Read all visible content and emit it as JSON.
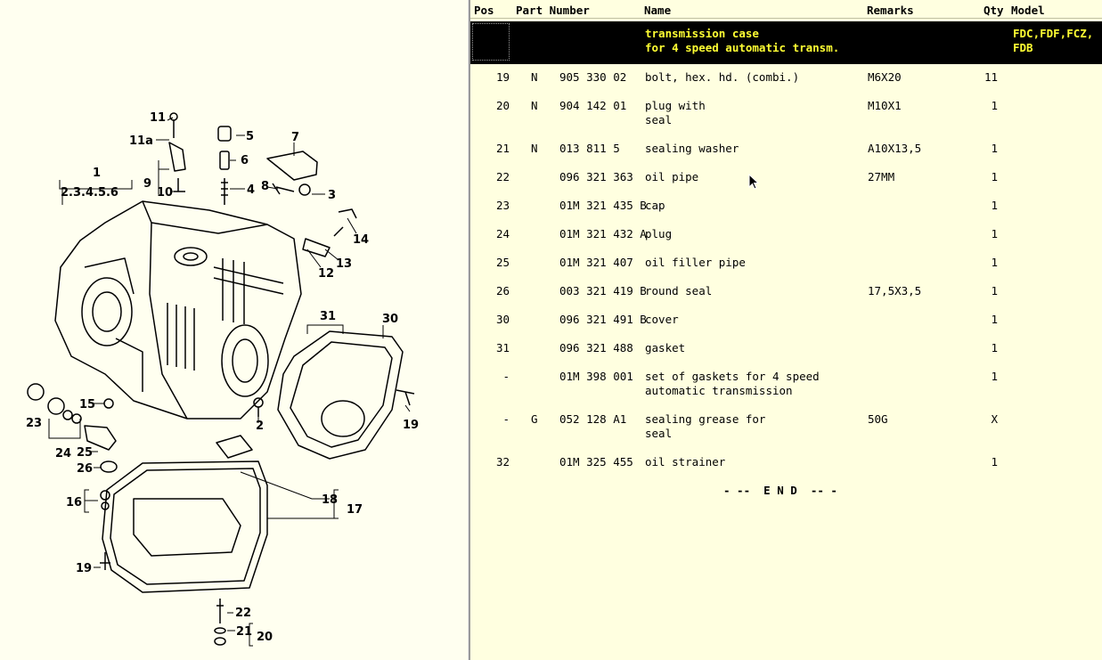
{
  "columns": {
    "pos": "Pos",
    "part_number": "Part Number",
    "name": "Name",
    "remarks": "Remarks",
    "qty": "Qty",
    "model": "Model"
  },
  "title": {
    "line1": "transmission case",
    "line2": "for 4 speed automatic transm.",
    "model_line1": "FDC,FDF,FCZ,",
    "model_line2": "FDB"
  },
  "rows": [
    {
      "pos": "19",
      "prefix": "N",
      "number": "905 330 02",
      "name": "bolt, hex. hd. (combi.)",
      "remarks": "M6X20",
      "qty": "11"
    },
    {
      "pos": "20",
      "prefix": "N",
      "number": "904 142 01",
      "name": "plug with\nseal",
      "remarks": "M10X1",
      "qty": "1"
    },
    {
      "pos": "21",
      "prefix": "N",
      "number": "013 811 5",
      "name": "sealing washer",
      "remarks": "A10X13,5",
      "qty": "1"
    },
    {
      "pos": "22",
      "prefix": "",
      "number": "096 321 363",
      "name": "oil pipe",
      "remarks": "27MM",
      "qty": "1"
    },
    {
      "pos": "23",
      "prefix": "",
      "number": "01M 321 435 B",
      "name": "cap",
      "remarks": "",
      "qty": "1"
    },
    {
      "pos": "24",
      "prefix": "",
      "number": "01M 321 432 A",
      "name": "plug",
      "remarks": "",
      "qty": "1"
    },
    {
      "pos": "25",
      "prefix": "",
      "number": "01M 321 407",
      "name": "oil filler pipe",
      "remarks": "",
      "qty": "1"
    },
    {
      "pos": "26",
      "prefix": "",
      "number": "003 321 419 B",
      "name": "round seal",
      "remarks": "17,5X3,5",
      "qty": "1"
    },
    {
      "pos": "30",
      "prefix": "",
      "number": "096 321 491 B",
      "name": "cover",
      "remarks": "",
      "qty": "1"
    },
    {
      "pos": "31",
      "prefix": "",
      "number": "096 321 488",
      "name": "gasket",
      "remarks": "",
      "qty": "1"
    },
    {
      "pos": "-",
      "prefix": "",
      "number": "01M 398 001",
      "name": "set of gaskets for 4 speed\nautomatic transmission",
      "remarks": "",
      "qty": "1"
    },
    {
      "pos": "-",
      "prefix": "G",
      "number": "052 128 A1",
      "name": "sealing grease for\nseal",
      "remarks": "50G",
      "qty": "X"
    },
    {
      "pos": "32",
      "prefix": "",
      "number": "01M 325 455",
      "name": "oil strainer",
      "remarks": "",
      "qty": "1"
    }
  ],
  "end_marker": "- --  E N D  -- -",
  "diagram": {
    "labels": [
      "1",
      "2.3.4.5.6",
      "2",
      "3",
      "4",
      "5",
      "6",
      "7",
      "8",
      "9",
      "10",
      "11",
      "11a",
      "12",
      "13",
      "14",
      "15",
      "16",
      "17",
      "18",
      "19",
      "19",
      "20",
      "21",
      "22",
      "23",
      "24",
      "25",
      "26",
      "30",
      "31"
    ]
  },
  "colors": {
    "list_background": "#ffffe0",
    "title_background": "#000000",
    "title_text": "#ffff33",
    "diagram_background": "#fffff0"
  }
}
